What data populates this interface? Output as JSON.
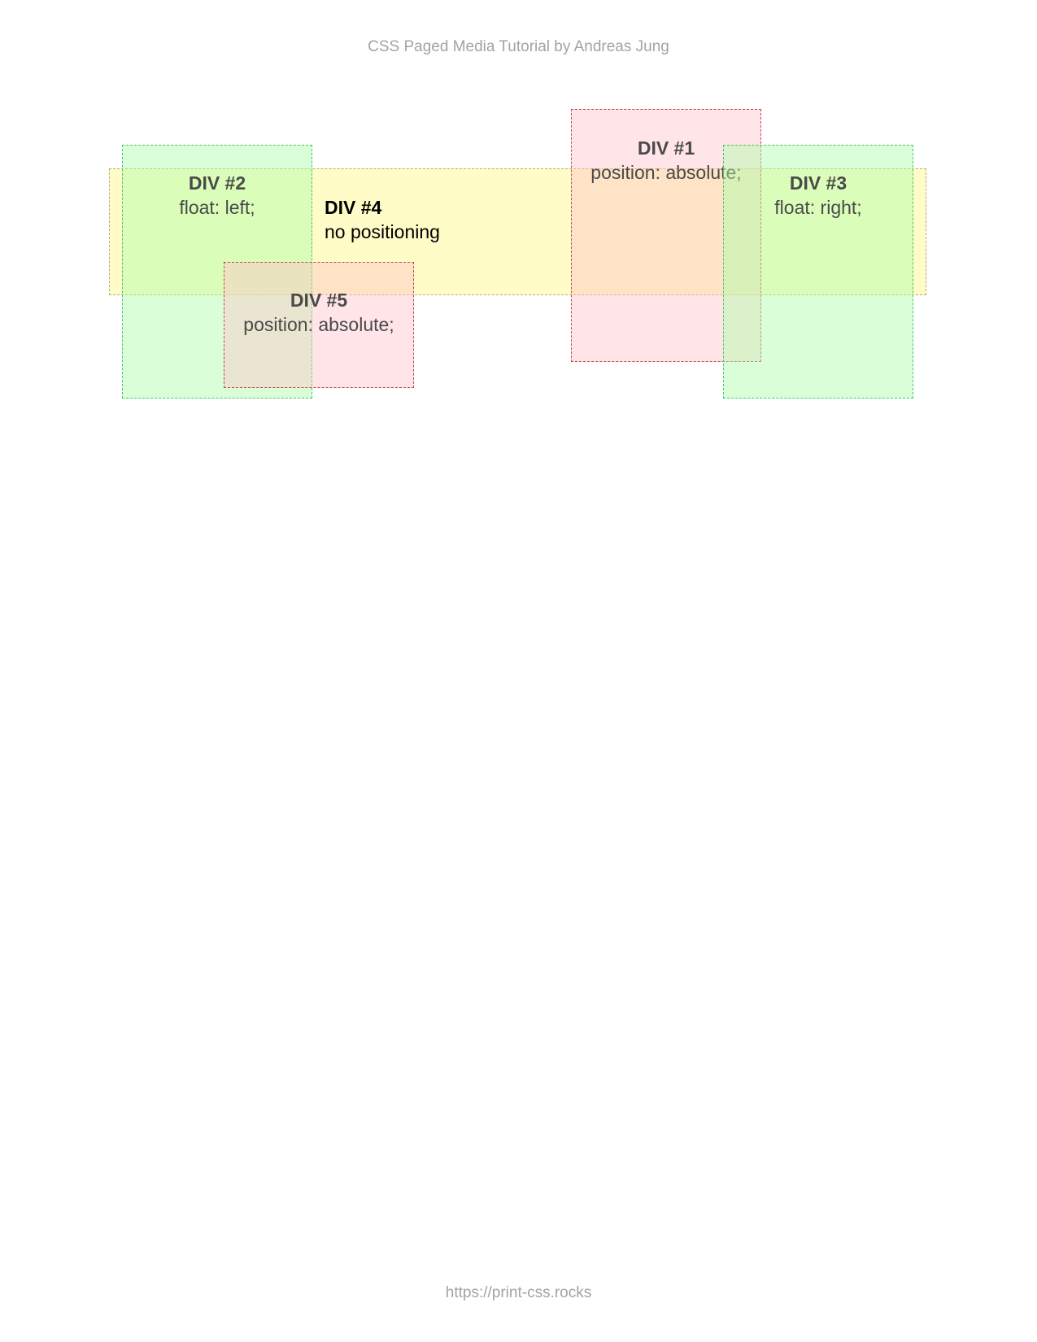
{
  "header": {
    "text": "CSS Paged Media Tutorial by Andreas Jung"
  },
  "footer": {
    "text": "https://print-css.rocks"
  },
  "boxes": {
    "div1": {
      "title": "DIV #1",
      "caption": "position: absolute;"
    },
    "div2": {
      "title": "DIV #2",
      "caption": "float: left;"
    },
    "div3": {
      "title": "DIV #3",
      "caption": "float: right;"
    },
    "div4": {
      "title": "DIV #4",
      "caption": "no positioning"
    },
    "div5": {
      "title": "DIV #5",
      "caption": "position: absolute;"
    }
  },
  "colors": {
    "green_fill": "#adffa8",
    "green_border": "#4fc16b",
    "red_fill": "#ffc0c8",
    "red_border": "#c7464f",
    "yellow_fill": "#fffcc7",
    "yellow_border": "#b5ad7c",
    "header_text": "#a3a3a3"
  }
}
